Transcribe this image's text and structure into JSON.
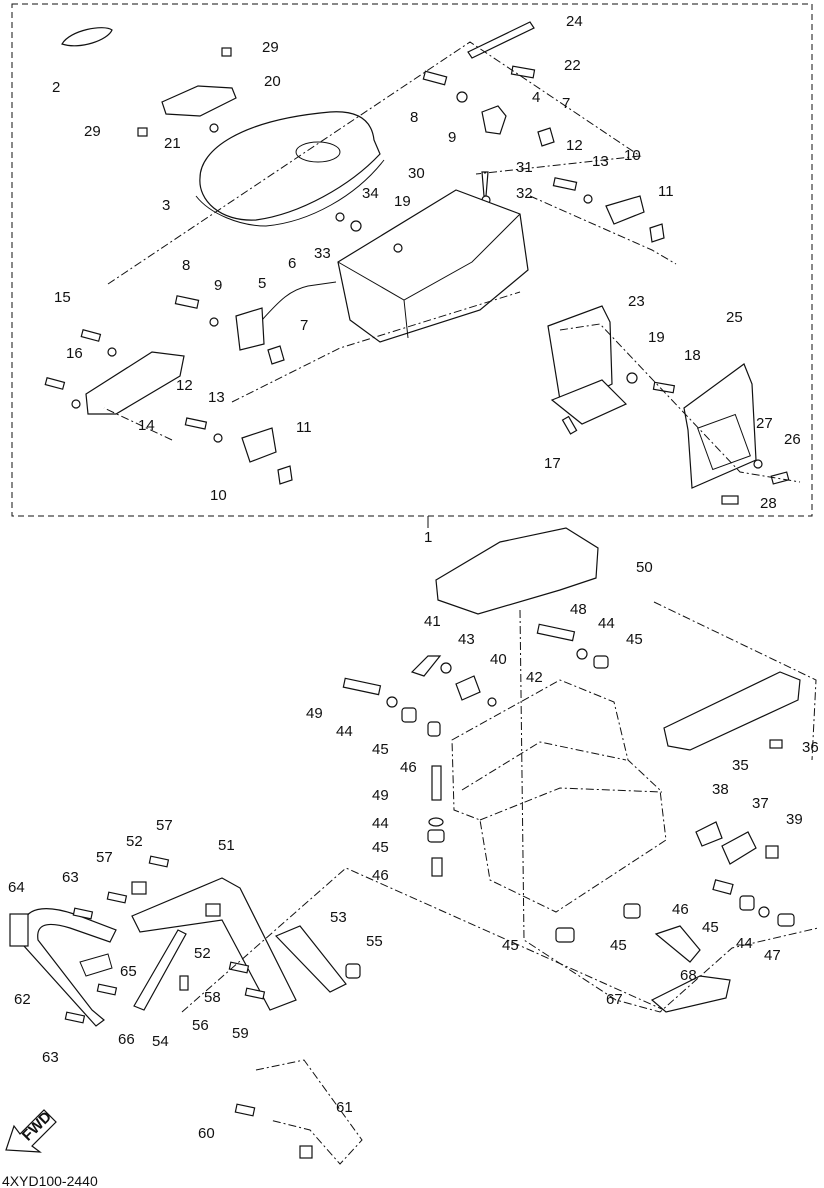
{
  "diagram": {
    "code": "4XYD100-2440",
    "direction_label": "FWD",
    "callouts": {
      "c1": "1",
      "c2": "2",
      "c3": "3",
      "c4": "4",
      "c5": "5",
      "c6": "6",
      "c7a": "7",
      "c7b": "7",
      "c8a": "8",
      "c8b": "8",
      "c9a": "9",
      "c9b": "9",
      "c10a": "10",
      "c10b": "10",
      "c11a": "11",
      "c11b": "11",
      "c12a": "12",
      "c12b": "12",
      "c13a": "13",
      "c13b": "13",
      "c14": "14",
      "c15": "15",
      "c16": "16",
      "c17": "17",
      "c18": "18",
      "c19a": "19",
      "c19b": "19",
      "c20": "20",
      "c21": "21",
      "c22": "22",
      "c23": "23",
      "c24": "24",
      "c25": "25",
      "c26": "26",
      "c27": "27",
      "c28": "28",
      "c29a": "29",
      "c29b": "29",
      "c30": "30",
      "c31": "31",
      "c32": "32",
      "c33": "33",
      "c34": "34",
      "c35": "35",
      "c36": "36",
      "c37": "37",
      "c38": "38",
      "c39": "39",
      "c40": "40",
      "c41": "41",
      "c42": "42",
      "c43": "43",
      "c44a": "44",
      "c44b": "44",
      "c44c": "44",
      "c44d": "44",
      "c45a": "45",
      "c45b": "45",
      "c45c": "45",
      "c45d": "45",
      "c45e": "45",
      "c45f": "45",
      "c46a": "46",
      "c46b": "46",
      "c46c": "46",
      "c47": "47",
      "c48": "48",
      "c49a": "49",
      "c49b": "49",
      "c50": "50",
      "c51": "51",
      "c52a": "52",
      "c52b": "52",
      "c53": "53",
      "c54": "54",
      "c55": "55",
      "c56": "56",
      "c57a": "57",
      "c57b": "57",
      "c58": "58",
      "c59": "59",
      "c60": "60",
      "c61": "61",
      "c62": "62",
      "c63a": "63",
      "c63b": "63",
      "c64": "64",
      "c65": "65",
      "c66": "66",
      "c67": "67",
      "c68": "68"
    }
  }
}
